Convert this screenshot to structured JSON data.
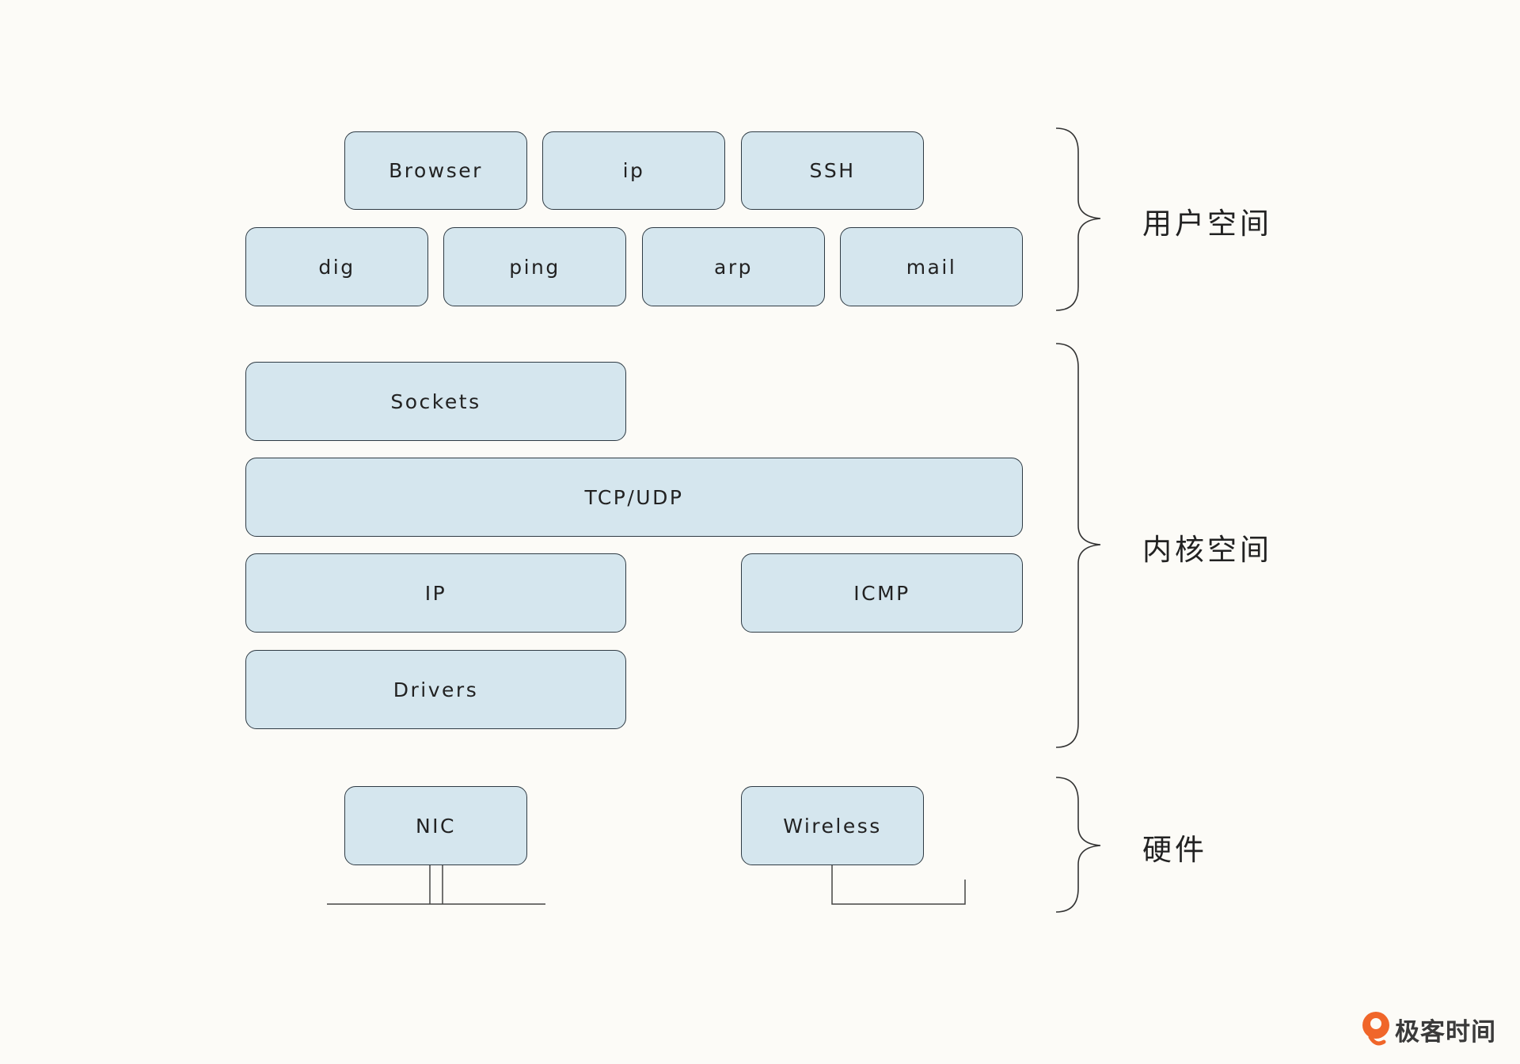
{
  "user_space": {
    "label": "用户空间",
    "row1": [
      "Browser",
      "ip",
      "SSH"
    ],
    "row2": [
      "dig",
      "ping",
      "arp",
      "mail"
    ]
  },
  "kernel_space": {
    "label": "内核空间",
    "sockets": "Sockets",
    "tcp_udp": "TCP/UDP",
    "ip": "IP",
    "icmp": "ICMP",
    "drivers": "Drivers"
  },
  "hardware": {
    "label": "硬件",
    "nic": "NIC",
    "wireless": "Wireless"
  },
  "brand": {
    "name": "极客时间",
    "accent_color": "#f0662a"
  },
  "colors": {
    "box_fill": "#d5e6ee",
    "box_border": "#2f3b44",
    "background": "#fcfbf7"
  }
}
